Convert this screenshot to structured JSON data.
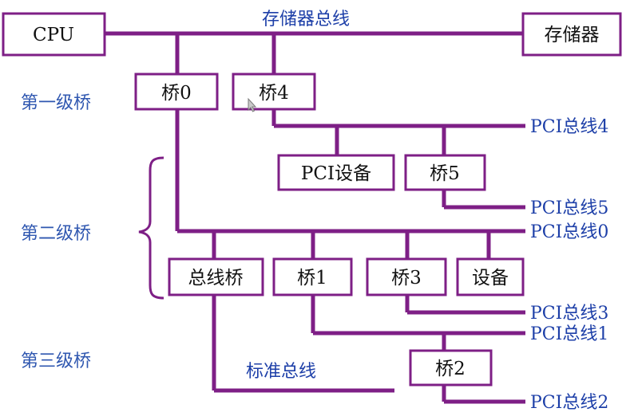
{
  "nodes": {
    "cpu": "CPU",
    "memory": "存储器",
    "bridge0": "桥0",
    "bridge4": "桥4",
    "pci_device": "PCI设备",
    "bridge5": "桥5",
    "bus_bridge": "总线桥",
    "bridge1": "桥1",
    "bridge3": "桥3",
    "device": "设备",
    "bridge2": "桥2"
  },
  "buses": {
    "memory_bus": "存储器总线",
    "pci4": "PCI总线4",
    "pci5": "PCI总线5",
    "pci0": "PCI总线0",
    "pci3": "PCI总线3",
    "pci1": "PCI总线1",
    "pci2": "PCI总线2",
    "standard_bus": "标准总线"
  },
  "levels": {
    "level1": "第一级桥",
    "level2": "第二级桥",
    "level3": "第三级桥"
  },
  "colors": {
    "line": "#7e1f86",
    "bus_label": "#1d3fa8",
    "level_label": "#2f57b0"
  }
}
